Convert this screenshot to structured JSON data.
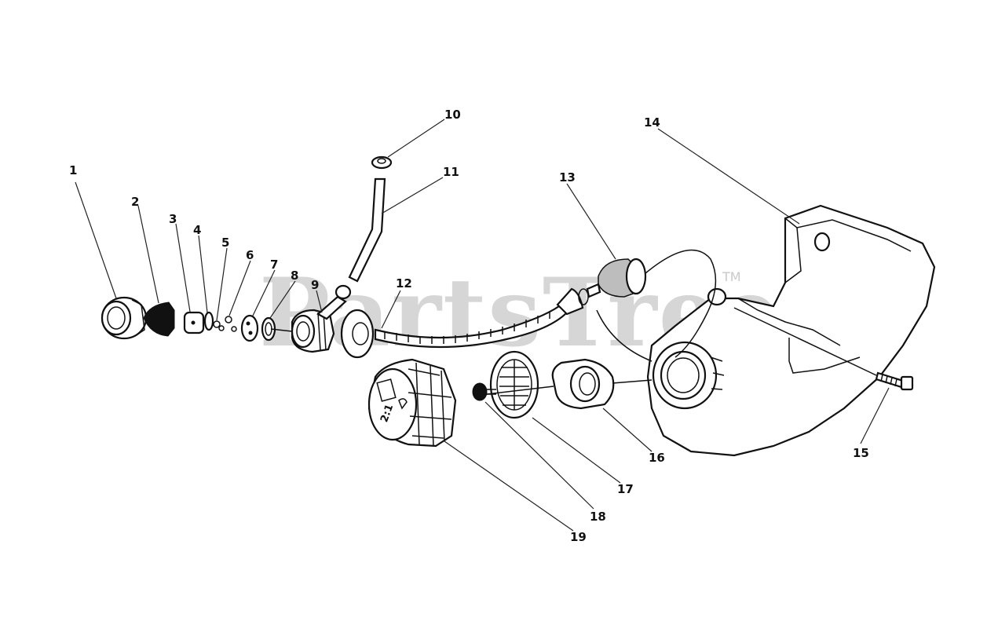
{
  "watermark": {
    "text": "PartsTree",
    "trademark": "TM"
  },
  "callouts": [
    "1",
    "2",
    "3",
    "4",
    "5",
    "6",
    "7",
    "8",
    "9",
    "10",
    "11",
    "12",
    "13",
    "14",
    "15",
    "16",
    "17",
    "18",
    "19"
  ],
  "cap_marking": "2:1"
}
